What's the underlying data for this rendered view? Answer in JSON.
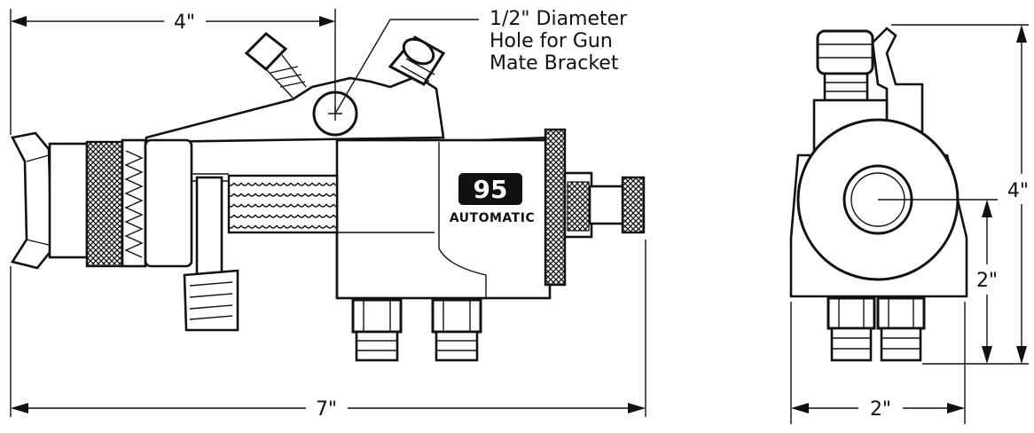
{
  "callout": {
    "line1": "1/2\" Diameter",
    "line2": "Hole for Gun",
    "line3": "Mate Bracket"
  },
  "badge": {
    "model": "95",
    "label": "AUTOMATIC"
  },
  "dimensions": {
    "top_width": "4\"",
    "overall_width": "7\"",
    "side_height": "4\"",
    "side_center_height": "2\"",
    "side_width": "2\""
  }
}
